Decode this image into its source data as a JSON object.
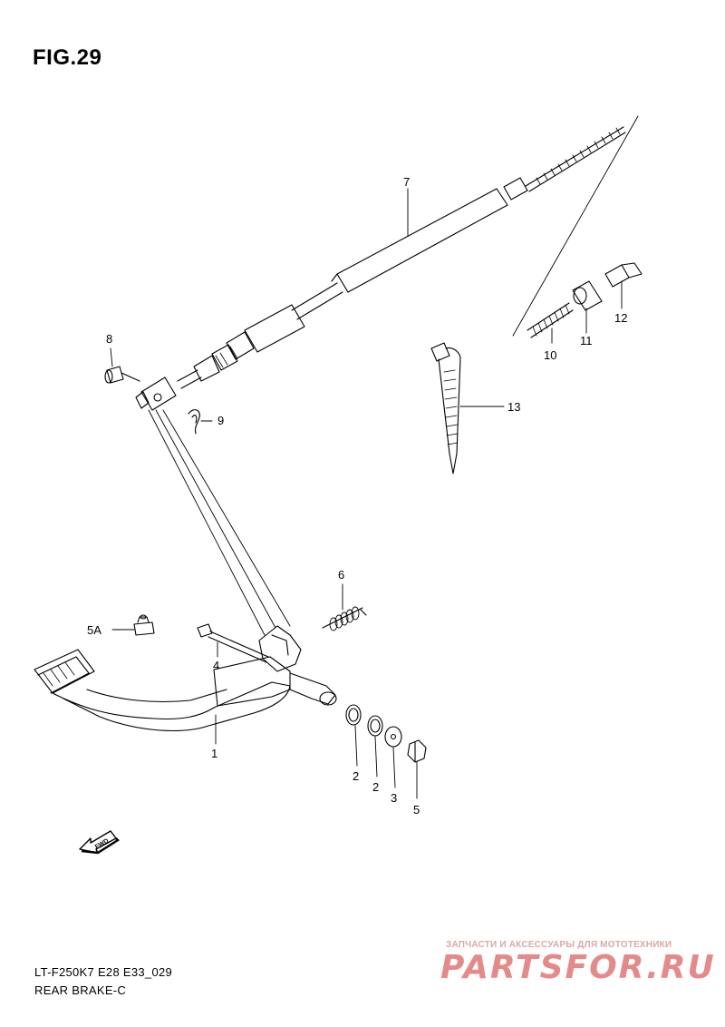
{
  "figure": {
    "title": "FIG.29"
  },
  "callouts": [
    {
      "id": "1",
      "label": "1"
    },
    {
      "id": "2a",
      "label": "2"
    },
    {
      "id": "2b",
      "label": "2"
    },
    {
      "id": "3",
      "label": "3"
    },
    {
      "id": "4",
      "label": "4"
    },
    {
      "id": "5",
      "label": "5"
    },
    {
      "id": "5A",
      "label": "5A"
    },
    {
      "id": "6",
      "label": "6"
    },
    {
      "id": "7",
      "label": "7"
    },
    {
      "id": "8",
      "label": "8"
    },
    {
      "id": "9",
      "label": "9"
    },
    {
      "id": "10",
      "label": "10"
    },
    {
      "id": "11",
      "label": "11"
    },
    {
      "id": "12",
      "label": "12"
    },
    {
      "id": "13",
      "label": "13"
    }
  ],
  "direction_marker": {
    "label": "FWD"
  },
  "footer": {
    "model": "LT-F250K7 E28 E33_029",
    "name": "REAR BRAKE-C"
  },
  "watermark": {
    "tagline": "ЗАПЧАСТИ И АКСЕССУАРЫ ДЛЯ МОТОТЕХНИКИ",
    "brand": "PARTSFOR.RU"
  }
}
